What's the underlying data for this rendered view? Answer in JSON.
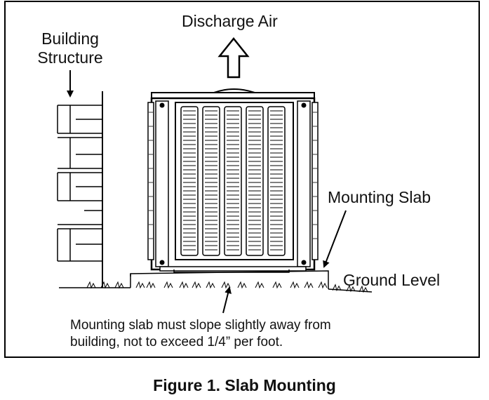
{
  "labels": {
    "building_line1": "Building",
    "building_line2": "Structure",
    "discharge_air": "Discharge Air",
    "mounting_slab": "Mounting Slab",
    "ground_level": "Ground Level"
  },
  "note": {
    "line1": "Mounting slab must slope slightly away from",
    "line2": "building, not to exceed 1/4” per foot."
  },
  "caption": "Figure 1. Slab Mounting"
}
